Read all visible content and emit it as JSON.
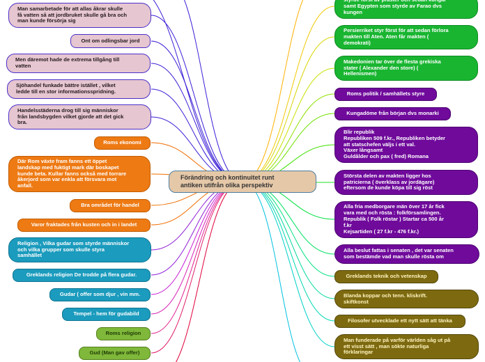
{
  "center": "Förändring och kontinuitet runt\nantiken utifrån olika perspektiv",
  "left_nodes": [
    "Man samarbetade för att allas åkrar skulle\nfå vatten så att jordbruket skulle gå bra och\nman kunde försörja sig",
    "Ont om odlingsbar jord",
    "Men däremot hade de extrema tillgång till\nvatten",
    "Sjöhandel funkade bättre istället , vilket\nledde till en stor informationsspridning.",
    "Handelsstäderna drog till sig människor\nfrån landsbygden vilket gjorde att det gick\nbra.",
    "Roms ekonomi",
    "Där Rom växte fram fanns ett öppet\nlandskap med fuktigt mark där boskapet\nkunde beta. Kullar fanns också med torrare\nåkerjord som var enkla att försvara mot\nanfall.",
    "Bra området för handel",
    "Varor fraktades från kusten och in i landet",
    "Religion , Vilka gudar som styrde människor\noch vilka grupper som skulle styra\nsamhället",
    "Greklands religion De trodde på flera gudar.",
    "Gudar ( offer som djur , vin mm.",
    "Tempel - hem för gudabild",
    "Roms religion",
    "Gud (Man gav offer)"
  ],
  "right_nodes": [
    "styrde först av präster och sedan kungar\nsamt Egypten som styrde av Farao dvs\nkungen",
    "Persierriket styr först för att sedan förlora\nmakten till Aten. Aten får makten (\ndemokrati)",
    "Makedonien tar över de flesta grekiska\nstater ( Alexander den store) (\nHellenismen)",
    "Roms politik / samhällets styre",
    "Kungadöme från början dvs monarki",
    "Blir republik\nRepubliken 509 f.kr., Republiken betyder\natt statschefen väljs i ett val.\nVäxer långsamt\nGuldålder och pax ( fred) Romana",
    "Största delen av makten ligger hos\npatricierna ( överklass av jordägare)\neftersom de kunde köpa till sig röst",
    "Alla fria medborgare män över 17 år fick\nvara med och rösta : folkförsamlingen.\nRepublik ( Folk röstar ) Startar ca 500 år\nf.kr\nKejsartiden ( 27 f.kr - 476 f.kr.)",
    "Alla beslut fattas i senaten , det var senaten\nsom bestämde vad man skulle rösta om",
    "Greklands teknik och vetenskap",
    "Blanda koppar och tenn. kliskrift.\nskiftkonst",
    "Filosofer utvecklade ett nytt sätt att tänka",
    "Man funderade på varför världen såg ut på\nett visst sätt , man sökte naturliga\nförklaringar"
  ],
  "colors": {
    "center_fill": "#e5c8a8",
    "pink": "#e6c6d0",
    "orange": "#ee7a14",
    "blue": "#1b9bbd",
    "green": "#7fb83a",
    "bright_green": "#19b531",
    "purple": "#6f0a9b",
    "olive": "#7d6a10"
  }
}
